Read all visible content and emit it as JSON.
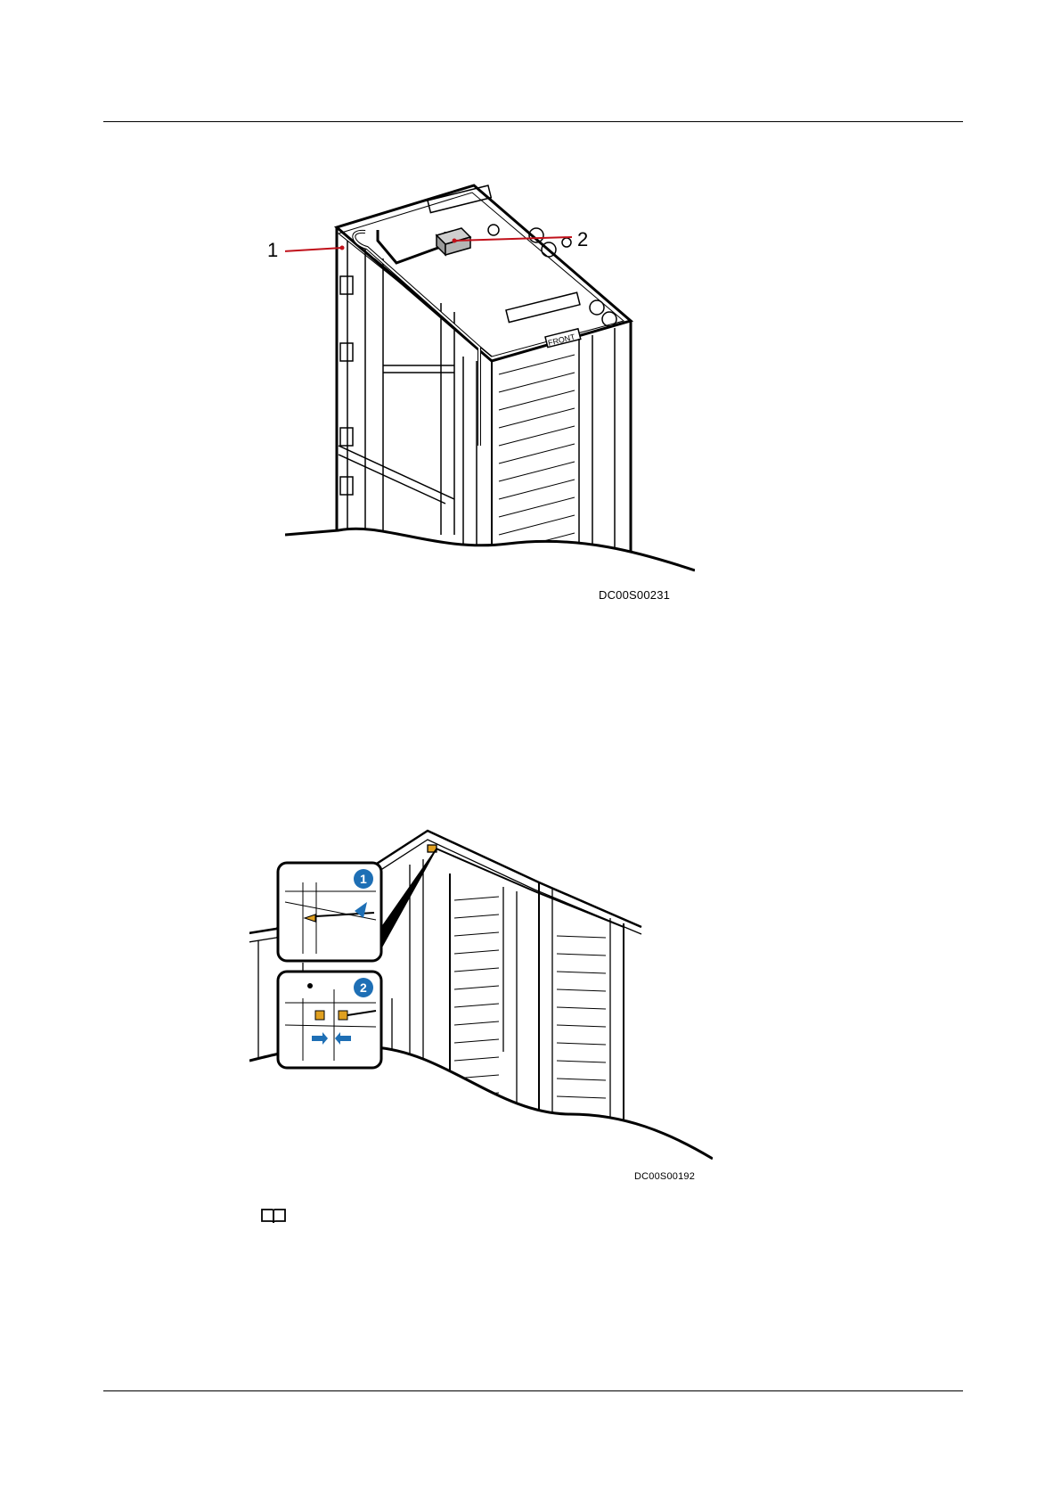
{
  "figure1": {
    "code": "DC00S00231",
    "callouts": [
      "1",
      "2"
    ],
    "front_label": "FRONT",
    "callout_color": "#c0101a",
    "part_color": "#9a9a9a"
  },
  "figure2": {
    "code": "DC00S00192",
    "steps": [
      "1",
      "2"
    ],
    "step_color": "#1e6fb5",
    "arrow_color": "#1e6fb5",
    "connector_color": "#e0a020"
  },
  "note": {
    "icon": "book-icon"
  }
}
